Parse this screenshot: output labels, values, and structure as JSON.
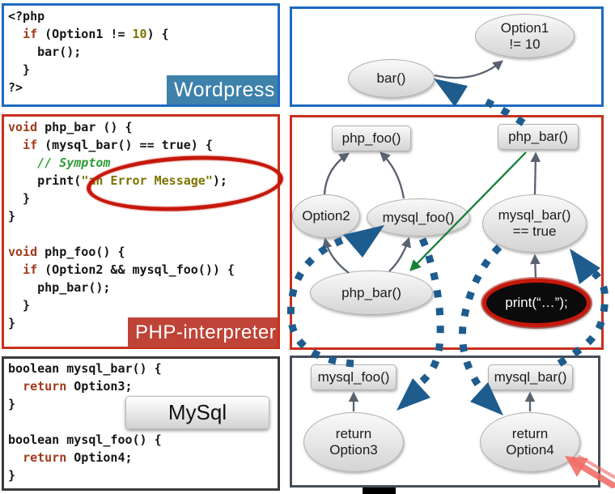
{
  "colors": {
    "wordpress_border": "#1e6ac1",
    "wordpress_label_bg": "#3e81ab",
    "php_border": "#c9301c",
    "php_label_bg": "#bf4337",
    "mysql_panel_border": "#3a3a3a",
    "diagram_panel_border": "#474e58",
    "trace_arrow_blue": "#1e5c8e",
    "call_arrow_gray": "#5a6270",
    "assign_arrow_green": "#188038",
    "highlight_red": "#c6180b",
    "sketch_arrow_pink": "#ef6f68",
    "code_keyword": "#a03a1c",
    "code_string": "#7d7400",
    "code_comment": "#2e9b33"
  },
  "code_panels": {
    "wordpress": {
      "label": "Wordpress",
      "lines": [
        [
          {
            "t": "<?php",
            "c": "p"
          }
        ],
        [
          {
            "t": "  ",
            "c": "p"
          },
          {
            "t": "if",
            "c": "k"
          },
          {
            "t": " (Option1 != ",
            "c": "p"
          },
          {
            "t": "10",
            "c": "s"
          },
          {
            "t": ") {",
            "c": "p"
          }
        ],
        [
          {
            "t": "    bar();",
            "c": "p"
          }
        ],
        [
          {
            "t": "  }",
            "c": "p"
          }
        ],
        [
          {
            "t": "?>",
            "c": "p"
          }
        ]
      ]
    },
    "php": {
      "label": "PHP-interpreter",
      "lines": [
        [
          {
            "t": "void",
            "c": "k"
          },
          {
            "t": " php_bar () {",
            "c": "p"
          }
        ],
        [
          {
            "t": "  ",
            "c": "p"
          },
          {
            "t": "if",
            "c": "k"
          },
          {
            "t": " (mysql_bar() == true) {",
            "c": "p"
          }
        ],
        [
          {
            "t": "    ",
            "c": "p"
          },
          {
            "t": "// Symptom",
            "c": "c"
          }
        ],
        [
          {
            "t": "    print(",
            "c": "p"
          },
          {
            "t": "\"an Error Message\"",
            "c": "s"
          },
          {
            "t": ");",
            "c": "p"
          }
        ],
        [
          {
            "t": "  }",
            "c": "p"
          }
        ],
        [
          {
            "t": "}",
            "c": "p"
          }
        ],
        [],
        [
          {
            "t": "void",
            "c": "k"
          },
          {
            "t": " php_foo() {",
            "c": "p"
          }
        ],
        [
          {
            "t": "  ",
            "c": "p"
          },
          {
            "t": "if",
            "c": "k"
          },
          {
            "t": " (Option2 && mysql_foo()) {",
            "c": "p"
          }
        ],
        [
          {
            "t": "    php_bar();",
            "c": "p"
          }
        ],
        [
          {
            "t": "  }",
            "c": "p"
          }
        ],
        [
          {
            "t": "}",
            "c": "p"
          }
        ]
      ]
    },
    "mysql": {
      "label": "MySql",
      "lines": [
        [
          {
            "t": "boolean mysql_bar() {",
            "c": "p"
          }
        ],
        [
          {
            "t": "  ",
            "c": "p"
          },
          {
            "t": "return",
            "c": "k"
          },
          {
            "t": " Option3;",
            "c": "p"
          }
        ],
        [
          {
            "t": "}",
            "c": "p"
          }
        ],
        [],
        [
          {
            "t": "boolean mysql_foo() {",
            "c": "p"
          }
        ],
        [
          {
            "t": "  ",
            "c": "p"
          },
          {
            "t": "return",
            "c": "k"
          },
          {
            "t": " Option4;",
            "c": "p"
          }
        ],
        [
          {
            "t": "}",
            "c": "p"
          }
        ]
      ]
    }
  },
  "diagram": {
    "wordpress": {
      "bar": "bar()",
      "option1": "Option1\n!= 10"
    },
    "php": {
      "php_foo_rect": "php_foo()",
      "php_bar_rect": "php_bar()",
      "option2": "Option2",
      "mysql_foo": "mysql_foo()",
      "mysql_bar_true": "mysql_bar()\n== true",
      "php_bar": "php_bar()",
      "print_stmt": "print(“…”);"
    },
    "mysql": {
      "mysql_foo_rect": "mysql_foo()",
      "mysql_bar_rect": "mysql_bar()",
      "return_option3": "return\nOption3",
      "return_option4": "return\nOption4"
    }
  }
}
